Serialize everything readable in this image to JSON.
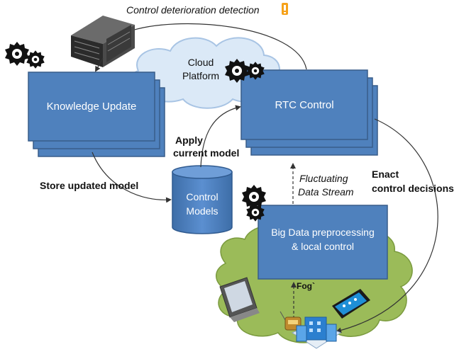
{
  "top_label": "Control deterioration detection",
  "cloud": {
    "line1": "Cloud",
    "line2": "Platform"
  },
  "knowledge_box": {
    "label": "Knowledge Update"
  },
  "rtc_box": {
    "label": "RTC Control"
  },
  "apply_label": {
    "line1": "Apply",
    "line2": "current model"
  },
  "store_label": "Store updated model",
  "database": {
    "line1": "Control",
    "line2": "Models"
  },
  "stream_label": {
    "line1": "Fluctuating",
    "line2": "Data Stream"
  },
  "enact_label": {
    "line1": "Enact",
    "line2": "control decisions"
  },
  "bigdata_box": {
    "line1": "Big Data preprocessing",
    "line2": "& local control"
  },
  "fog_label": "Fog`",
  "colors": {
    "box_fill": "#4f81bd",
    "box_border": "#385d8a",
    "cloud_fill": "#dbe9f7",
    "fog_fill": "#9bbb59",
    "gear": "#111111",
    "warning": "#f6a21a"
  },
  "icons": [
    "server-rack-icon",
    "warning-icon",
    "gear-icon",
    "tablet-icon",
    "smartphone-icon",
    "building-icon",
    "sensor-icon"
  ]
}
